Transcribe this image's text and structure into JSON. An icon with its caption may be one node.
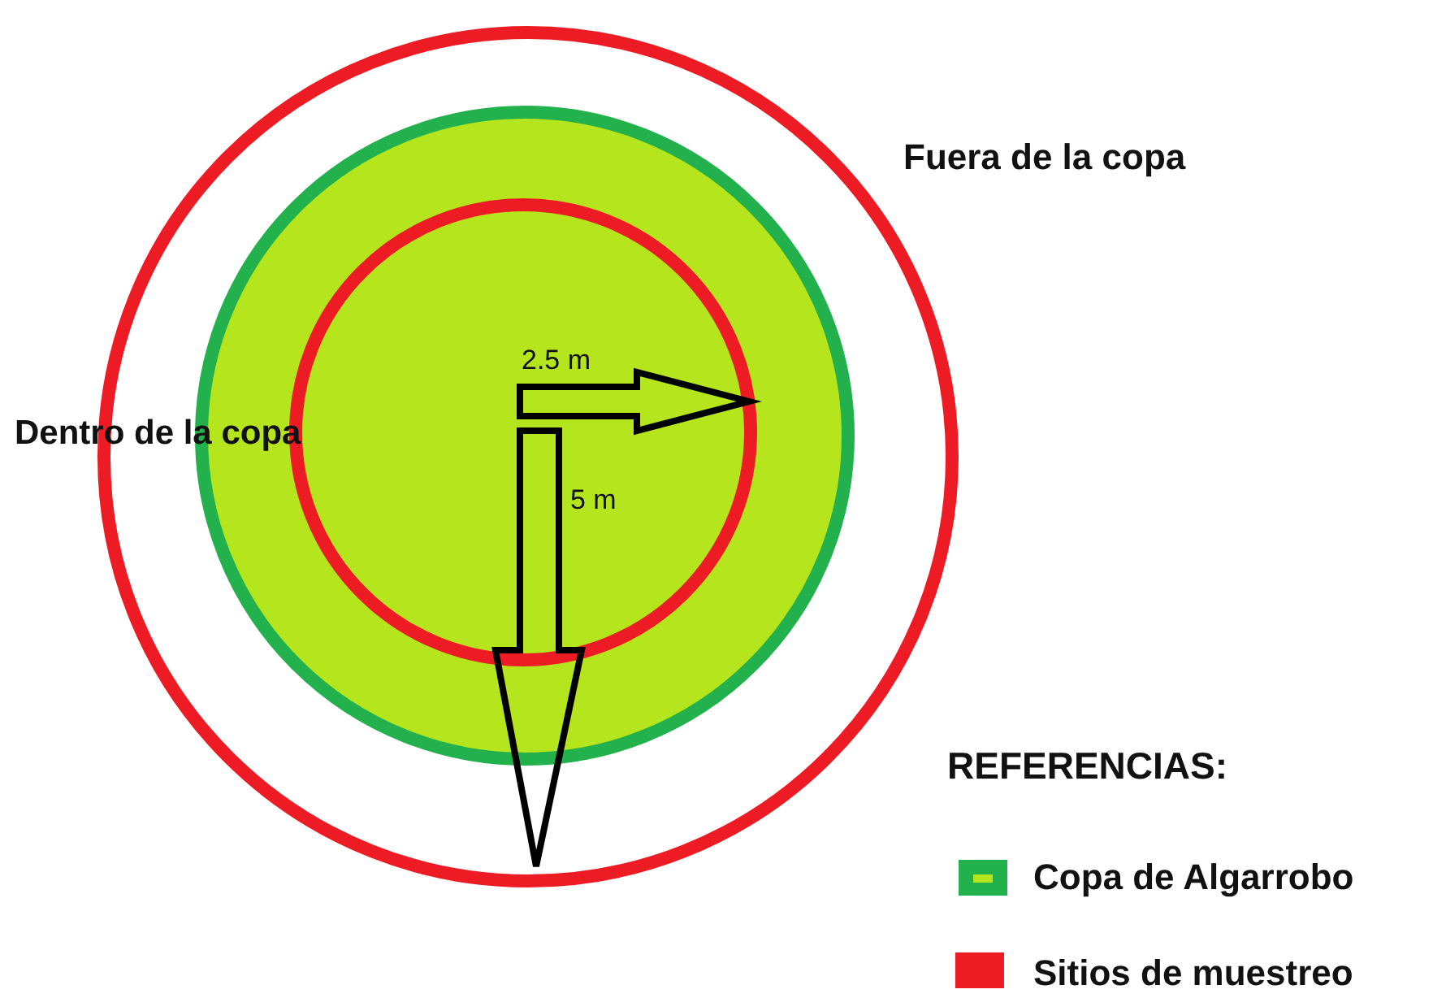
{
  "diagram": {
    "labels": [
      "Fuera de la copa",
      "2.5 m",
      "Dentro de la copa",
      "5 m",
      "REFERENCIAS:"
    ],
    "legend": [
      {
        "text": "Copa de Algarrobo",
        "color": "#22b14c"
      },
      {
        "text": "Sitios de muestreo",
        "color": "#ed1c24"
      }
    ]
  }
}
